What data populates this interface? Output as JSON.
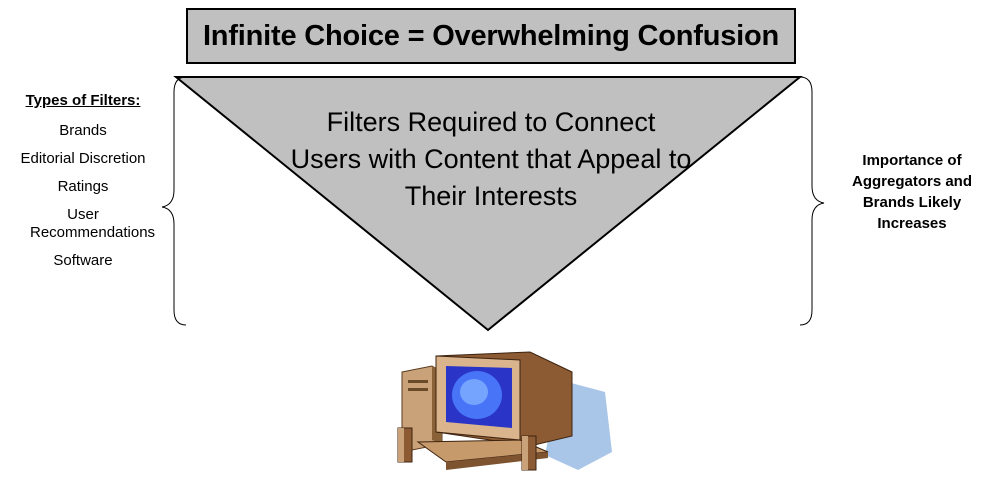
{
  "title": "Infinite Choice = Overwhelming Confusion",
  "triangle_text": "Filters Required to Connect Users with Content that Appeal to Their Interests",
  "filters": {
    "heading": "Types of Filters:",
    "items": [
      "Brands",
      "Editorial Discretion",
      "Ratings",
      "User Recommendations",
      "Software"
    ]
  },
  "right_note": "Importance of Aggregators and Brands Likely Increases",
  "icons": {
    "computer": "computer-icon"
  },
  "colors": {
    "triangle_fill": "#c0c0c0",
    "title_fill": "#c0c0c0",
    "outline": "#000000"
  }
}
